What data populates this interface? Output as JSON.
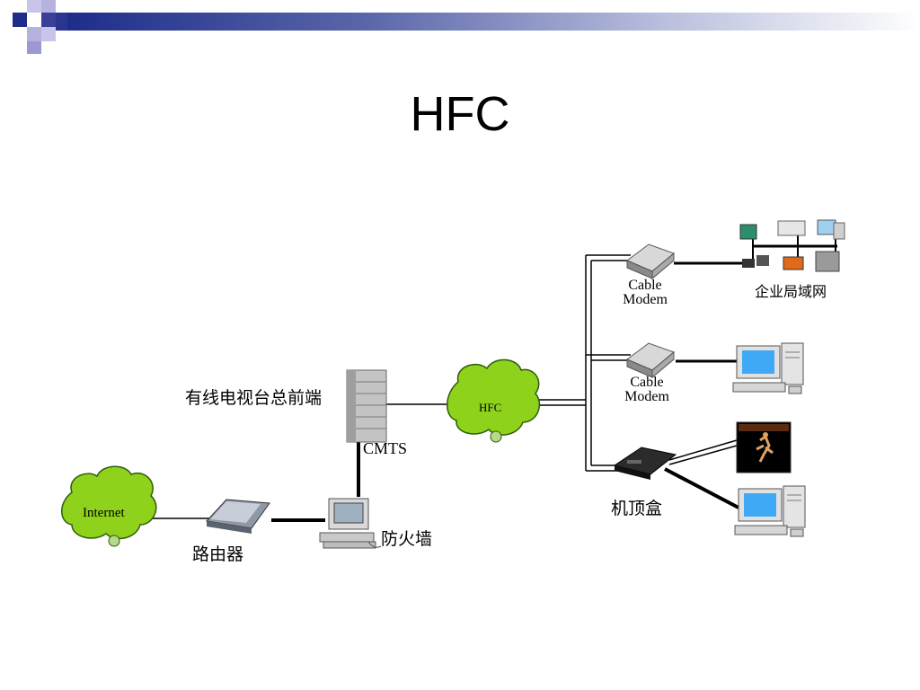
{
  "slide": {
    "title": "HFC",
    "accent_colors": {
      "bar_dark": "#1e2d8a",
      "bar_light": "#b9bfdd",
      "square_navy": "#1e2d8a",
      "square_lilac": "#b6b2e0"
    }
  },
  "diagram": {
    "clouds": {
      "internet": "Internet",
      "hfc": "HFC"
    },
    "labels": {
      "headend": "有线电视台总前端",
      "cmts": "CMTS",
      "router": "路由器",
      "firewall": "防火墙",
      "cable_modem_1": [
        "Cable",
        "Modem"
      ],
      "cable_modem_2": [
        "Cable",
        "Modem"
      ],
      "enterprise_lan": "企业局域网",
      "set_top_box": "机顶盒"
    },
    "icons": [
      "cloud-icon",
      "router-icon",
      "firewall-pc-icon",
      "cmts-rack-icon",
      "cable-modem-icon",
      "lan-network-icon",
      "desktop-pc-icon",
      "set-top-box-icon",
      "tv-screen-icon"
    ]
  }
}
